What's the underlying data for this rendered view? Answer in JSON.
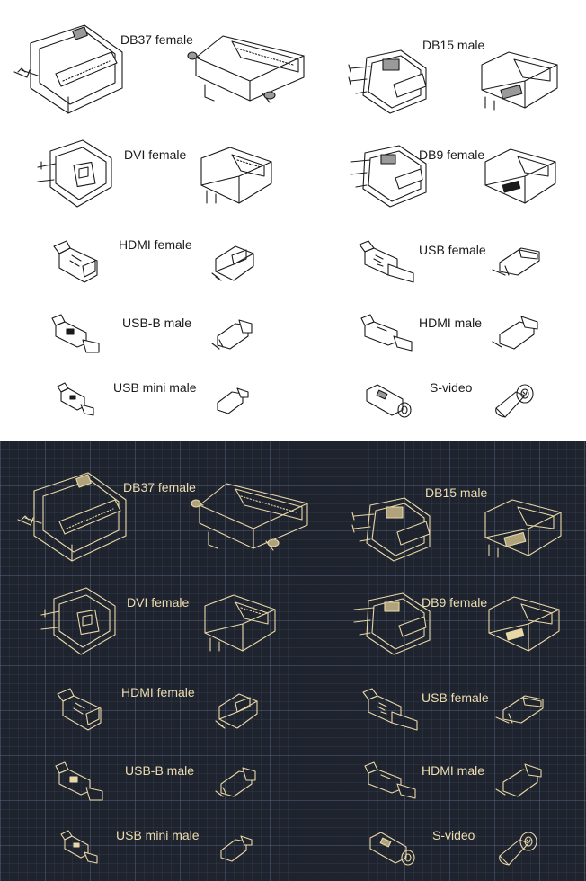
{
  "theme_colors": {
    "light_bg": "#ffffff",
    "light_ink": "#1a1a1a",
    "dark_bg": "#1f232d",
    "dark_ink": "#e8d8a8",
    "grid": "#5a6e8c"
  },
  "connectors": [
    {
      "id": "db37",
      "label": "DB37 female",
      "icon": "db37-female-connector-icon"
    },
    {
      "id": "db15",
      "label": "DB15 male",
      "icon": "db15-male-connector-icon"
    },
    {
      "id": "dvi",
      "label": "DVI female",
      "icon": "dvi-female-connector-icon"
    },
    {
      "id": "db9",
      "label": "DB9 female",
      "icon": "db9-female-connector-icon"
    },
    {
      "id": "hdmif",
      "label": "HDMI female",
      "icon": "hdmi-female-connector-icon"
    },
    {
      "id": "usbf",
      "label": "USB female",
      "icon": "usb-female-connector-icon"
    },
    {
      "id": "usbb",
      "label": "USB-B male",
      "icon": "usb-b-male-connector-icon"
    },
    {
      "id": "hdmim",
      "label": "HDMI male",
      "icon": "hdmi-male-connector-icon"
    },
    {
      "id": "usbmini",
      "label": "USB mini male",
      "icon": "usb-mini-male-connector-icon"
    },
    {
      "id": "svideo",
      "label": "S-video",
      "icon": "s-video-connector-icon"
    }
  ]
}
